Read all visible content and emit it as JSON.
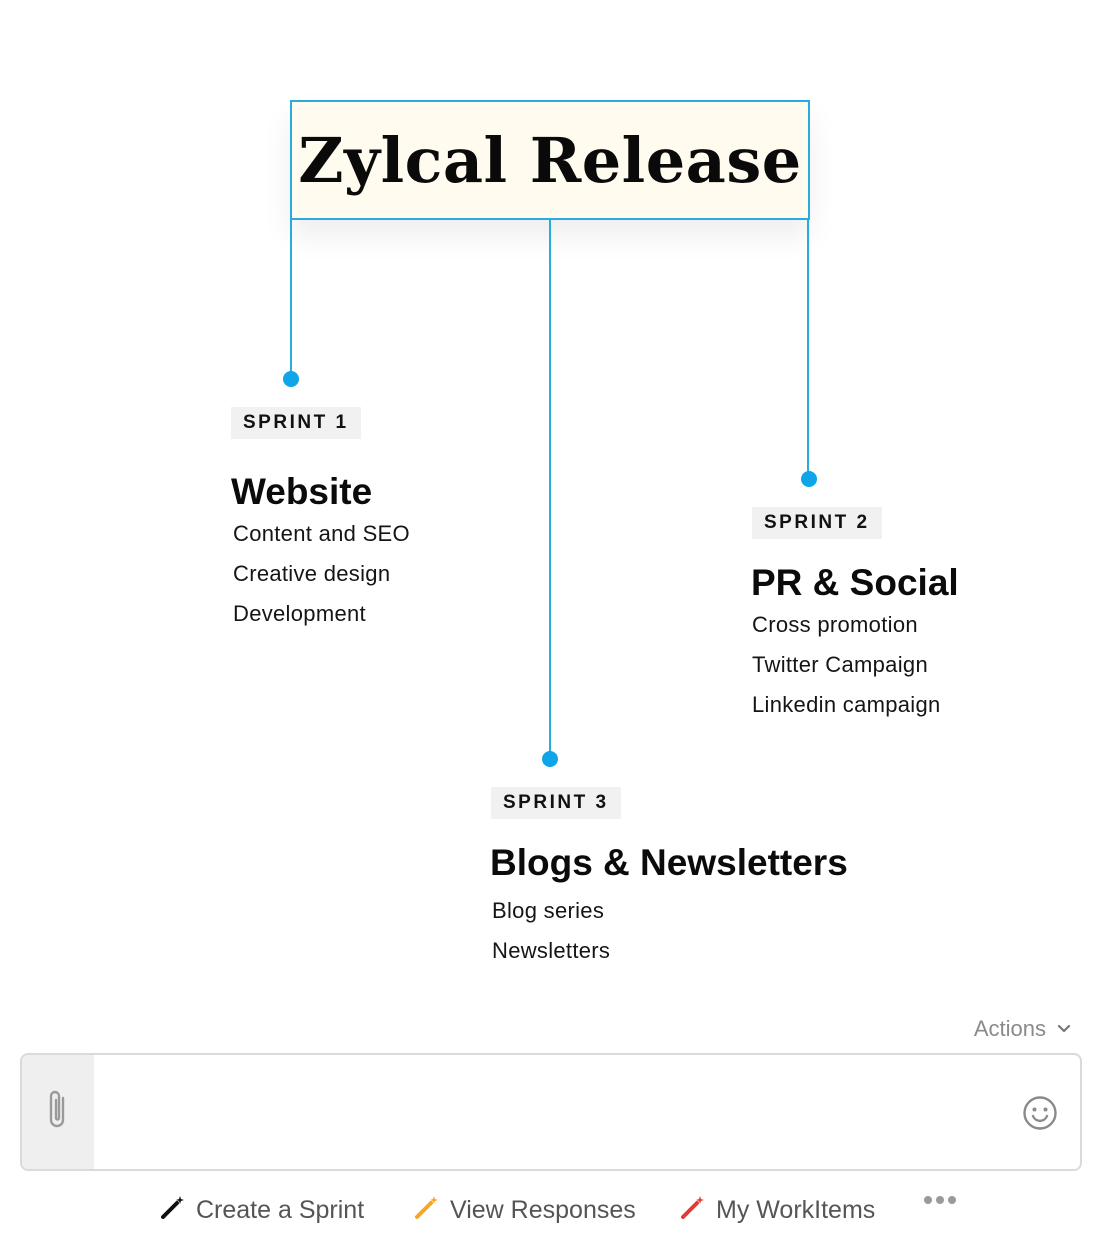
{
  "title": "Zylcal Release",
  "sprints": [
    {
      "tag": "SPRINT 1",
      "title": "Website",
      "items": [
        "Content and SEO",
        "Creative design",
        "Development"
      ]
    },
    {
      "tag": "SPRINT 2",
      "title": "PR & Social",
      "items": [
        "Cross promotion",
        "Twitter Campaign",
        "Linkedin campaign"
      ]
    },
    {
      "tag": "SPRINT 3",
      "title": "Blogs & Newsletters",
      "items": [
        "Blog series",
        "Newsletters"
      ]
    }
  ],
  "composer": {
    "actions_label": "Actions",
    "message_placeholder": "",
    "attach_icon": "paperclip-icon",
    "emoji_icon": "smiley-icon"
  },
  "shortcuts": [
    {
      "label": "Create a Sprint",
      "icon": "magic-wand-icon",
      "color": "#111111"
    },
    {
      "label": "View Responses",
      "icon": "magic-wand-icon",
      "color": "#f5a623"
    },
    {
      "label": "My WorkItems",
      "icon": "magic-wand-icon",
      "color": "#e53935"
    }
  ],
  "colors": {
    "accent": "#29abe2",
    "title_bg": "#fffbef",
    "dot": "#0ea5e9"
  }
}
